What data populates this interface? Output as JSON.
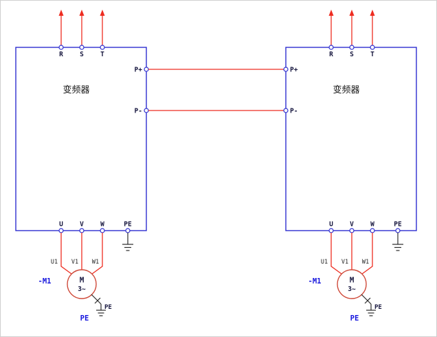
{
  "window": {
    "background": "#ffffff"
  },
  "colors": {
    "box_stroke": "#2d2dcf",
    "wire_red": "#ee2c20",
    "motor_stroke": "#cf4a3a",
    "ground_stroke": "#2a2a2a",
    "blue_text": "#1515dd",
    "dark_text": "#1f1f1f"
  },
  "inverters": [
    {
      "side": "left",
      "title": "变频器",
      "input_terminals": [
        "R",
        "S",
        "T"
      ],
      "dc_bus_terminals": [
        "P+",
        "P-"
      ],
      "output_terminals": [
        "U",
        "V",
        "W",
        "PE"
      ],
      "wire_labels": [
        "U1",
        "V1",
        "W1"
      ],
      "motor": {
        "ref": "-M1",
        "symbol": "M",
        "phase": "3~",
        "pe_tag": "PE",
        "pe_ground": "PE"
      }
    },
    {
      "side": "right",
      "title": "变频器",
      "input_terminals": [
        "R",
        "S",
        "T"
      ],
      "dc_bus_terminals": [
        "P+",
        "P-"
      ],
      "output_terminals": [
        "U",
        "V",
        "W",
        "PE"
      ],
      "wire_labels": [
        "U1",
        "V1",
        "W1"
      ],
      "motor": {
        "ref": "-M1",
        "symbol": "M",
        "phase": "3~",
        "pe_tag": "PE",
        "pe_ground": "PE"
      }
    }
  ]
}
